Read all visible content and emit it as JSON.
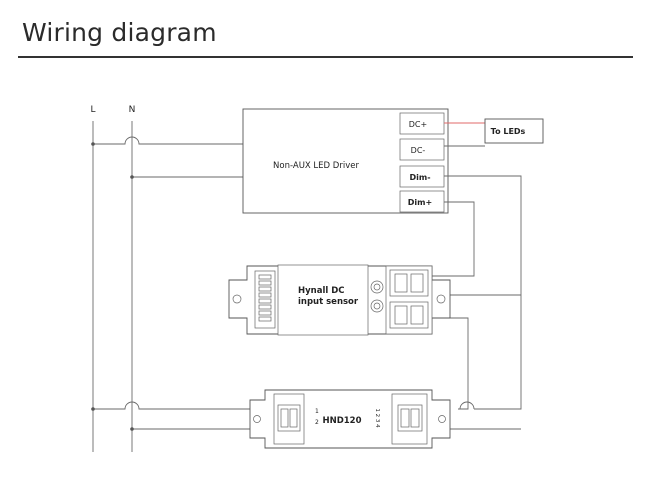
{
  "title": "Wiring diagram",
  "labels": {
    "line_L": "L",
    "line_N": "N",
    "driver_name": "Non-AUX  LED  Driver",
    "terminal_dc_plus": "DC+",
    "terminal_dc_minus": "DC-",
    "terminal_dim_minus": "Dim-",
    "terminal_dim_plus": "Dim+",
    "to_leds": "To LEDs",
    "sensor_name_1": "Hynall DC",
    "sensor_name_2": "input sensor",
    "hnd_name": "HND120",
    "hnd_left_1": "1",
    "hnd_left_2": "2",
    "hnd_right": "1 2 3 4"
  },
  "colors": {
    "dc_plus_wire": "#e06a6a",
    "wire": "#6a6a6a"
  }
}
